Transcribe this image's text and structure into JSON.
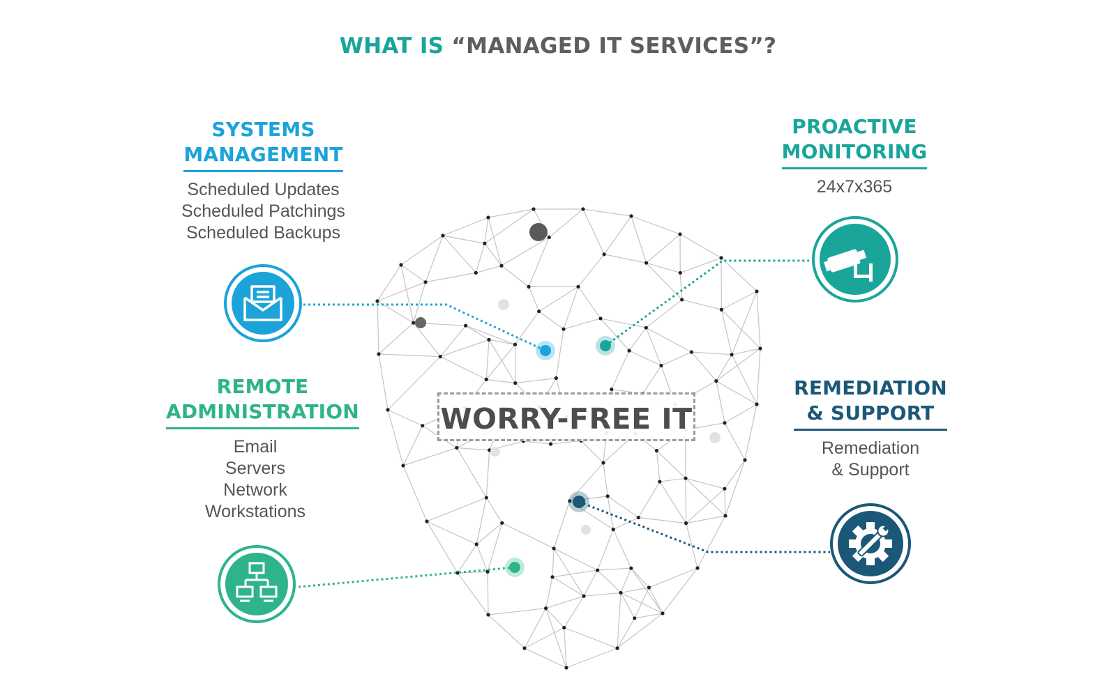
{
  "title": {
    "part1": "WHAT IS",
    "part2": "“MANAGED IT SERVICES”?"
  },
  "center_label": "WORRY-FREE IT",
  "sections": {
    "systems": {
      "heading": [
        "SYSTEMS",
        "MANAGEMENT"
      ],
      "items": [
        "Scheduled Updates",
        "Scheduled Patchings",
        "Scheduled Backups"
      ],
      "icon": "envelope-icon",
      "color": "#1ca3d9"
    },
    "proactive": {
      "heading": [
        "PROACTIVE",
        "MONITORING"
      ],
      "items": [
        "24x7x365"
      ],
      "icon": "security-camera-icon",
      "color": "#1aa59b"
    },
    "remote": {
      "heading": [
        "REMOTE",
        "ADMINISTRATION"
      ],
      "items": [
        "Email",
        "Servers",
        "Network",
        "Workstations"
      ],
      "icon": "network-icon",
      "color": "#2fb38a"
    },
    "remediation": {
      "heading": [
        "REMEDIATION",
        "& SUPPORT"
      ],
      "items": [
        "Remediation",
        "& Support"
      ],
      "icon": "gear-wrench-icon",
      "color": "#1b5878"
    }
  },
  "colors": {
    "title_accent": "#1aa59b",
    "title_main": "#5e5e5e",
    "mesh": "#c4c4c4"
  }
}
